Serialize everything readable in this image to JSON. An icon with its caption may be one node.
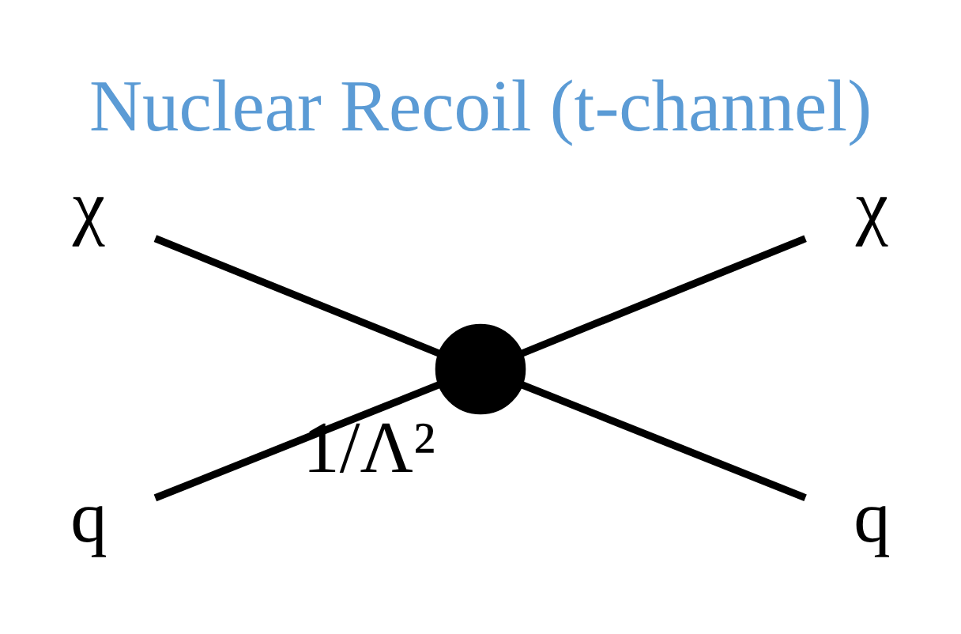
{
  "diagram": {
    "title": "Nuclear Recoil (t-channel)",
    "nodes": [
      {
        "text": [
          "χ"
        ]
      },
      {
        "text": [
          "q"
        ]
      },
      {
        "text": [],
        "shape": "circle",
        "beside": [
          "1/Λ²"
        ]
      },
      {
        "text": [
          "χ"
        ]
      },
      {
        "text": [
          "q"
        ]
      }
    ],
    "edges": [
      {
        "from": 0,
        "to": 2,
        "arrow": "none"
      },
      {
        "from": 1,
        "to": 2,
        "arrow": "none"
      },
      {
        "from": 2,
        "to": 3,
        "arrow": "none"
      },
      {
        "from": 2,
        "to": 4,
        "arrow": "none"
      }
    ]
  }
}
